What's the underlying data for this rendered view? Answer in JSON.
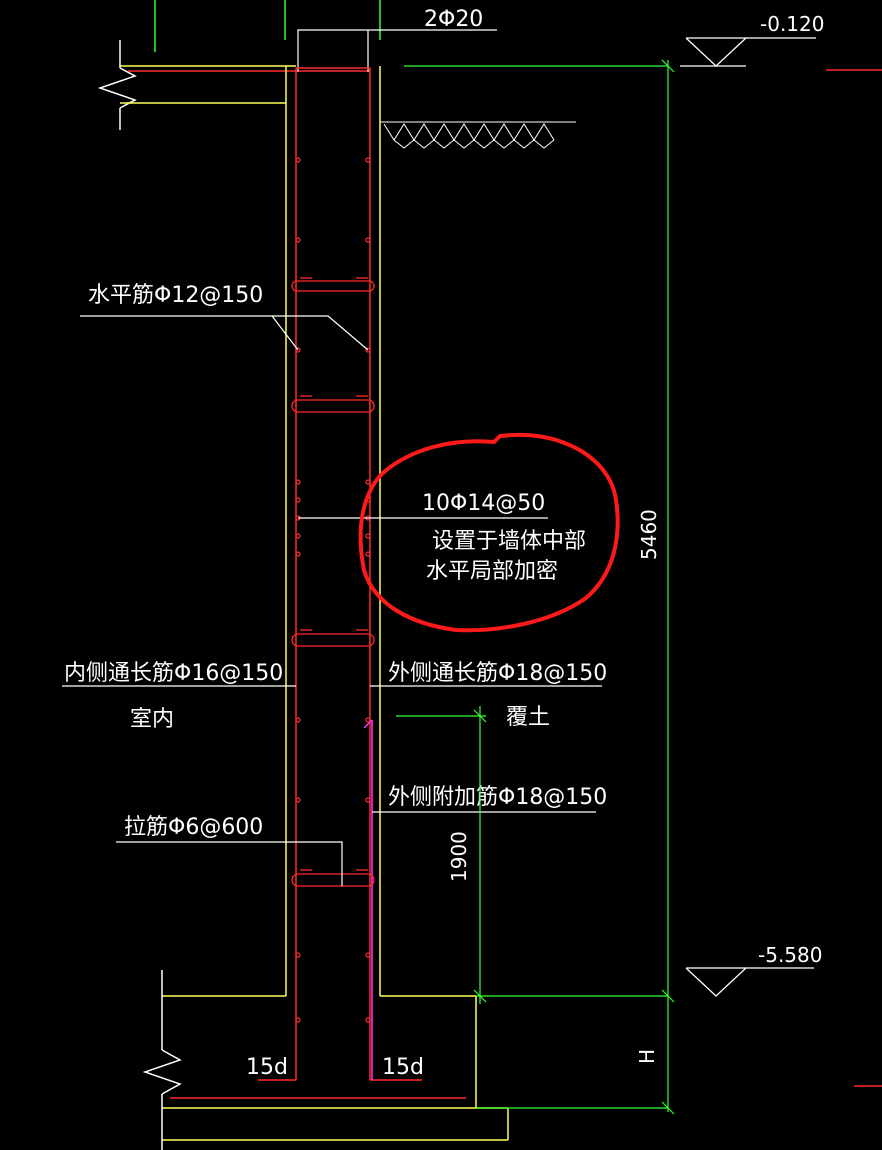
{
  "top_bar": {
    "label": "2Φ20"
  },
  "elevations": {
    "top": "-0.120",
    "bottom": "-5.580"
  },
  "labels": {
    "horizontal_bars": "水平筋Φ12@150",
    "local_bars": "10Φ14@50",
    "note_line1": "设置于墙体中部",
    "note_line2": "水平局部加密",
    "inner_bars": "内侧通长筋Φ16@150",
    "outer_bars": "外侧通长筋Φ18@150",
    "indoor": "室内",
    "backfill": "覆土",
    "outer_additional": "外侧附加筋Φ18@150",
    "tie_bars": "拉筋Φ6@600",
    "anchor_left": "15d",
    "anchor_right": "15d"
  },
  "dimensions": {
    "total_height": "5460",
    "additional_height": "1900",
    "foundation": "H"
  },
  "colors": {
    "background": "#000000",
    "rebar": "#ff2a2a",
    "concrete": "#ffff55",
    "dimension": "#33ff33",
    "leader": "#ffffff",
    "additional_bar": "#ff33ff",
    "highlight": "#ff1a1a"
  }
}
